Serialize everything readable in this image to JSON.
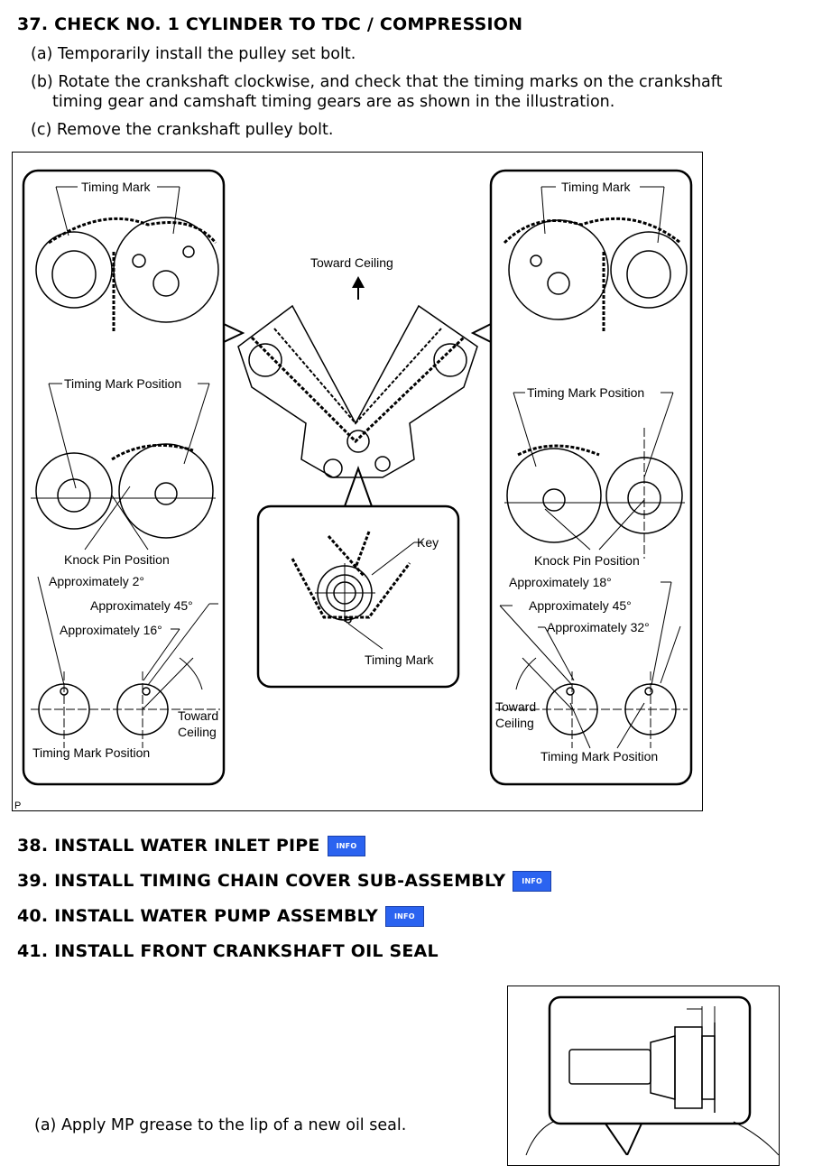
{
  "step37": {
    "heading": "37. CHECK NO. 1 CYLINDER TO TDC / COMPRESSION",
    "a": "(a) Temporarily install the pulley set bolt.",
    "b_line1": "(b) Rotate the crankshaft clockwise, and check that the timing marks on the crankshaft",
    "b_line2": "timing gear and camshaft timing gears are as shown in the illustration.",
    "c": "(c) Remove the crankshaft pulley bolt."
  },
  "figure": {
    "left": {
      "timing_mark": "Timing Mark",
      "timing_mark_position": "Timing Mark Position",
      "knock_pin_position": "Knock Pin Position",
      "approx_2": "Approximately 2°",
      "approx_45": "Approximately 45°",
      "approx_16": "Approximately 16°",
      "toward": "Toward",
      "ceiling": "Ceiling",
      "bottom_timing_mark_position": "Timing Mark Position"
    },
    "center": {
      "toward_ceiling": "Toward Ceiling",
      "key": "Key",
      "timing_mark": "Timing Mark"
    },
    "right": {
      "timing_mark": "Timing Mark",
      "timing_mark_position": "Timing Mark Position",
      "knock_pin_position": "Knock Pin Position",
      "approx_18": "Approximately 18°",
      "approx_45": "Approximately 45°",
      "approx_32": "Approximately 32°",
      "toward": "Toward",
      "ceiling": "Ceiling",
      "bottom_timing_mark_position": "Timing Mark Position"
    },
    "corner_letter": "P"
  },
  "steps": {
    "s38": "38. INSTALL WATER INLET PIPE",
    "s39": "39. INSTALL TIMING CHAIN COVER SUB-ASSEMBLY",
    "s40": "40. INSTALL WATER PUMP ASSEMBLY",
    "s41": "41. INSTALL FRONT CRANKSHAFT OIL SEAL",
    "info_label": "INFO"
  },
  "step41": {
    "a": "(a) Apply MP grease to the lip of a new oil seal."
  }
}
